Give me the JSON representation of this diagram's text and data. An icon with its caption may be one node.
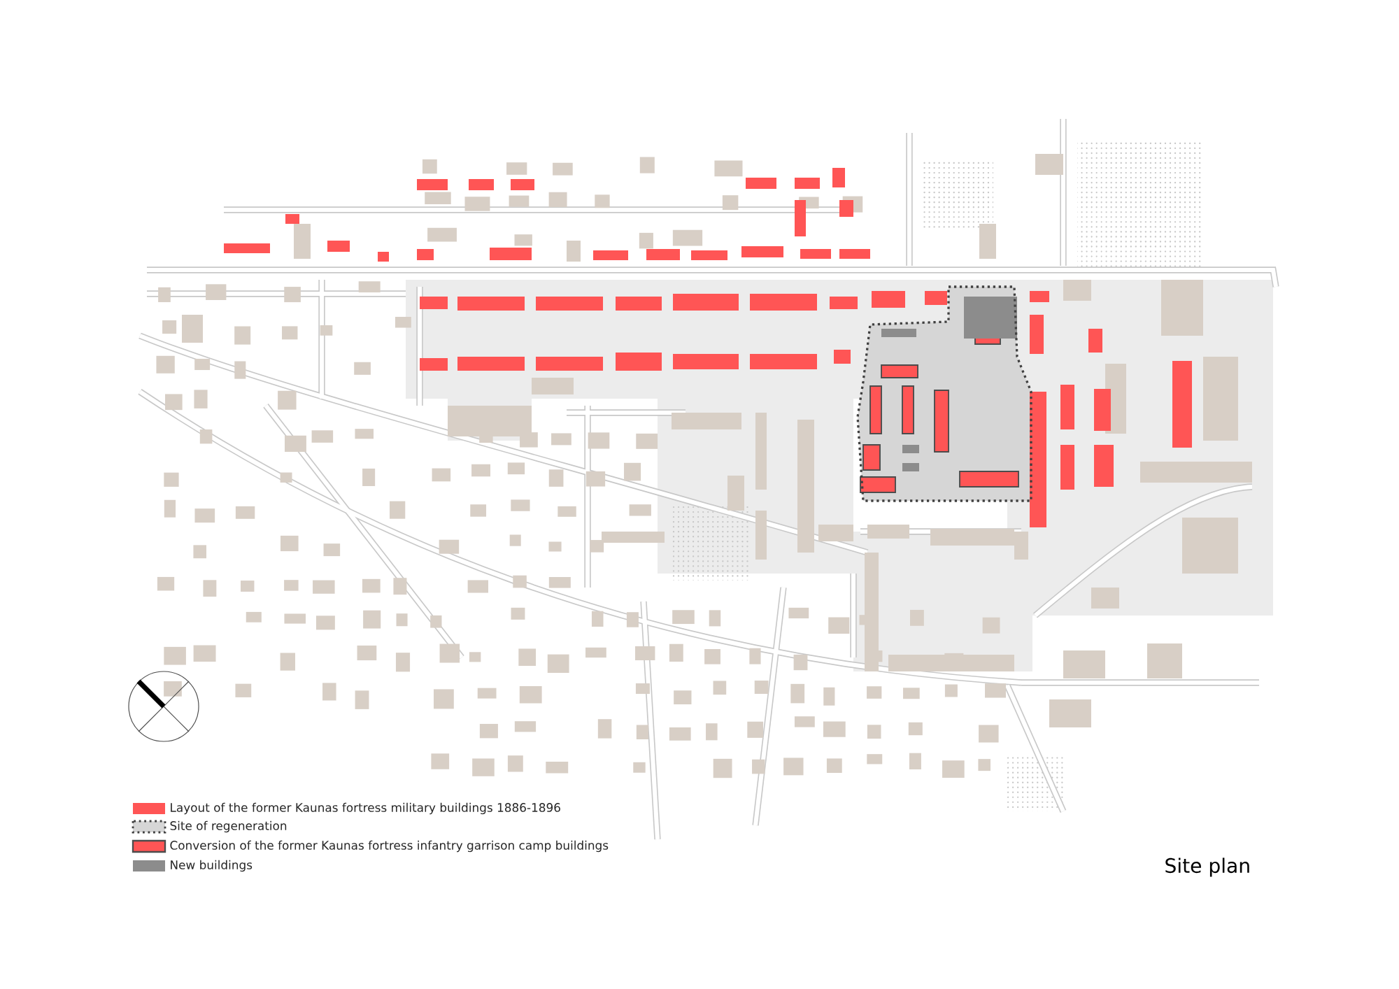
{
  "diagram": {
    "title": "Site plan",
    "legend": [
      {
        "text": "Layout of the former Kaunas fortress military buildings 1886-1896",
        "color": "#ff5555"
      },
      {
        "text": "Site of regeneration"
      },
      {
        "text": "Conversion of the former Kaunas fortress infantry garrison camp buildings"
      },
      {
        "text": "New buildings",
        "color": "#8c8c8c"
      }
    ]
  }
}
